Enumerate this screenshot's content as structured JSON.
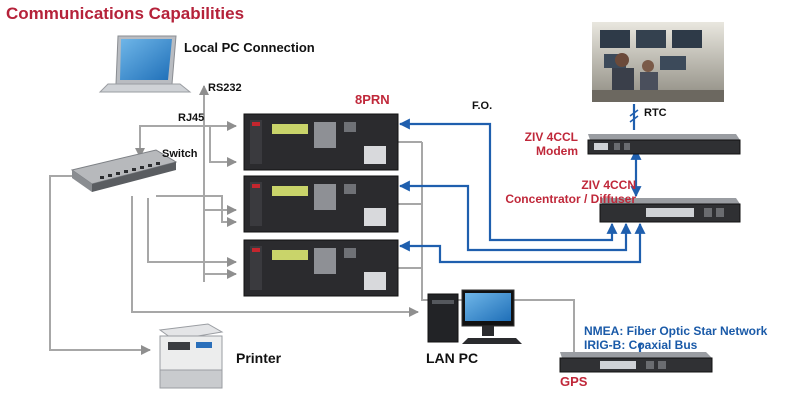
{
  "title": "Communications Capabilities",
  "labels": {
    "local_pc": "Local PC Connection",
    "rs232": "RS232",
    "rj45": "RJ45",
    "switch": "Switch",
    "relay_model": "8PRN",
    "fo": "F.O.",
    "rtc": "RTC",
    "modem_line1": "ZIV 4CCL",
    "modem_line2": "Modem",
    "concentrator_line1": "ZIV 4CCN",
    "concentrator_line2": "Concentrator / Diffuser",
    "nmea": "NMEA: Fiber Optic Star Network",
    "irig": "IRIG-B: Coaxial Bus",
    "gps": "GPS",
    "printer": "Printer",
    "lan_pc": "LAN  PC"
  },
  "colors": {
    "title": "#b5223a",
    "red_label": "#c0283a",
    "blue_label": "#1a5aa8",
    "fiber_line": "#1f5fae",
    "copper_line": "#a7a7a7"
  }
}
